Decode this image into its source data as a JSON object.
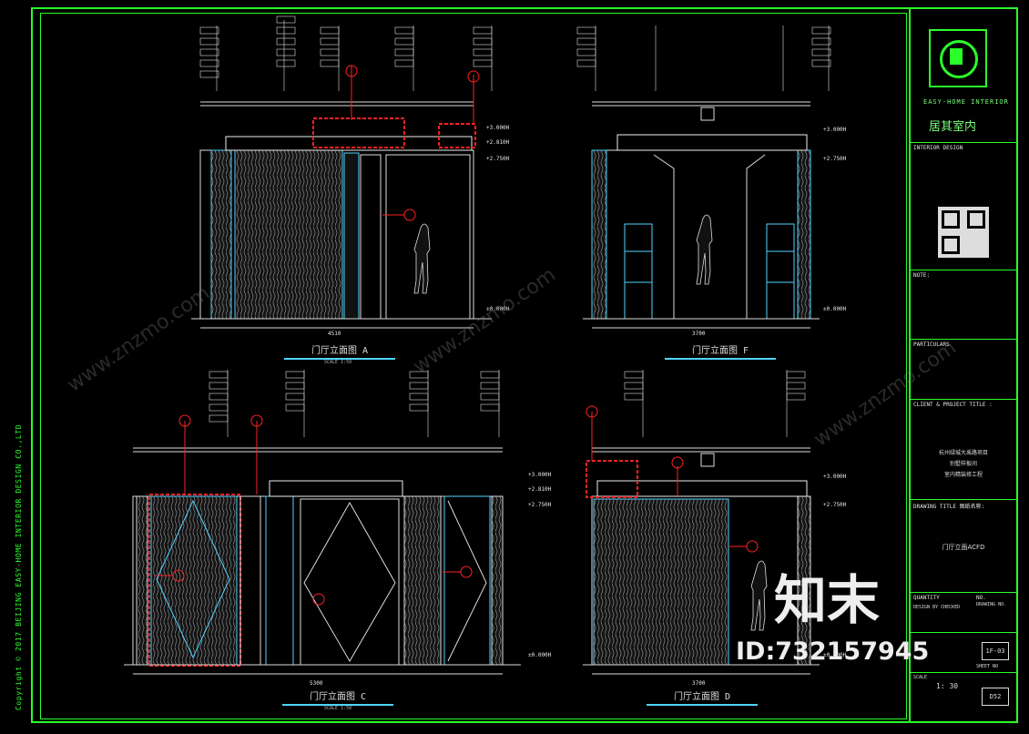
{
  "sheet": {
    "copyright": "Copyright © 2017 BEIJING EASY-HOME INTERIOR DESIGN CO.,LTD",
    "views": [
      {
        "id": "A",
        "title": "门厅立面图 A",
        "elev_top": "+3.000H",
        "elev_mid": "+2.810H",
        "elev_low": "+2.750H",
        "elev_floor": "±0.000H",
        "dim_total": "4510"
      },
      {
        "id": "F",
        "title": "门厅立面图 F",
        "elev_top": "+3.000H",
        "elev_low": "+2.750H",
        "elev_floor": "±0.000H",
        "dim_total": "3700"
      },
      {
        "id": "C",
        "title": "门厅立面图 C",
        "elev_top": "+3.000H",
        "elev_mid": "+2.810H",
        "elev_low": "+2.750H",
        "elev_floor": "±0.000H",
        "dim_total": "5300"
      },
      {
        "id": "D",
        "title": "门厅立面图 D",
        "elev_top": "+3.000H",
        "elev_low": "+2.750H",
        "elev_floor": "±0.000H",
        "dim_total": "3700"
      }
    ],
    "scale_note": "SCALE 1:50"
  },
  "title_block": {
    "brand_en": "EASY-HOME INTERIOR",
    "brand_cn": "居其室内",
    "interior_design": "INTERIOR DESIGN",
    "notes_label": "NOTE:",
    "particulars": "PARTICULARS",
    "client_label": "CLIENT & PROJECT TITLE :",
    "project_lines": [
      "杭州绿城大禹路项目",
      "别墅样板间",
      "室内精装修工程"
    ],
    "drawing_title_label": "DRAWING TITLE 图纸名称:",
    "drawing_title": "门厅立面ACFD",
    "quantity": "QUANTITY",
    "no": "NO.",
    "design": "DESIGN BY CHECKED",
    "drawing_no_label": "DRAWING NO.",
    "drawing_no": "1F-03",
    "sheet_no_label": "SHEET NO",
    "scale_label": "SCALE",
    "scale": "1: 30",
    "sheet_no": "D52"
  },
  "watermark": {
    "site": "www.znzmo.com",
    "big": "知末",
    "id": "ID:732157945"
  },
  "colors": {
    "frame": "#2aff2a",
    "cyan": "#4fd4ff",
    "red": "#ff2020",
    "panel": "#1a1a1a"
  }
}
